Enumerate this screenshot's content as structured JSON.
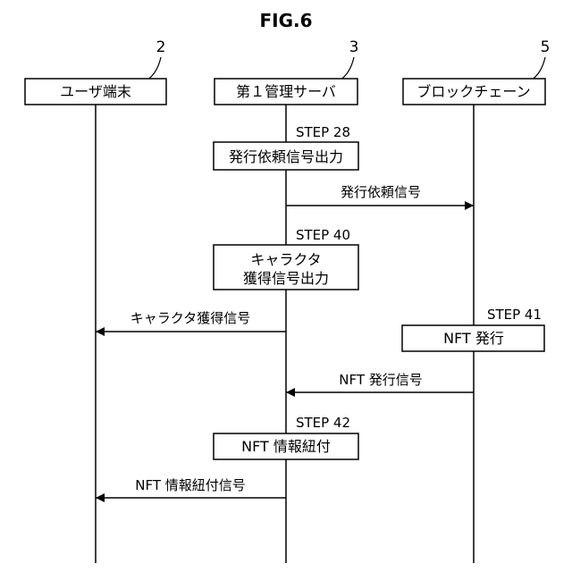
{
  "figure": {
    "title": "FIG.6"
  },
  "actors": [
    {
      "ref": "2",
      "label": "ユーザ端末"
    },
    {
      "ref": "3",
      "label": "第１管理サーバ"
    },
    {
      "ref": "5",
      "label": "ブロックチェーン"
    }
  ],
  "steps": [
    {
      "step": "STEP 28",
      "lines": [
        "発行依頼信号出力"
      ]
    },
    {
      "step": "STEP 40",
      "lines": [
        "キャラクタ",
        "獲得信号出力"
      ]
    },
    {
      "step": "STEP 41",
      "lines": [
        "NFT 発行"
      ]
    },
    {
      "step": "STEP 42",
      "lines": [
        "NFT 情報紐付"
      ]
    }
  ],
  "messages": [
    {
      "label": "発行依頼信号"
    },
    {
      "label": "キャラクタ獲得信号"
    },
    {
      "label": "NFT 発行信号"
    },
    {
      "label": "NFT 情報紐付信号"
    }
  ]
}
